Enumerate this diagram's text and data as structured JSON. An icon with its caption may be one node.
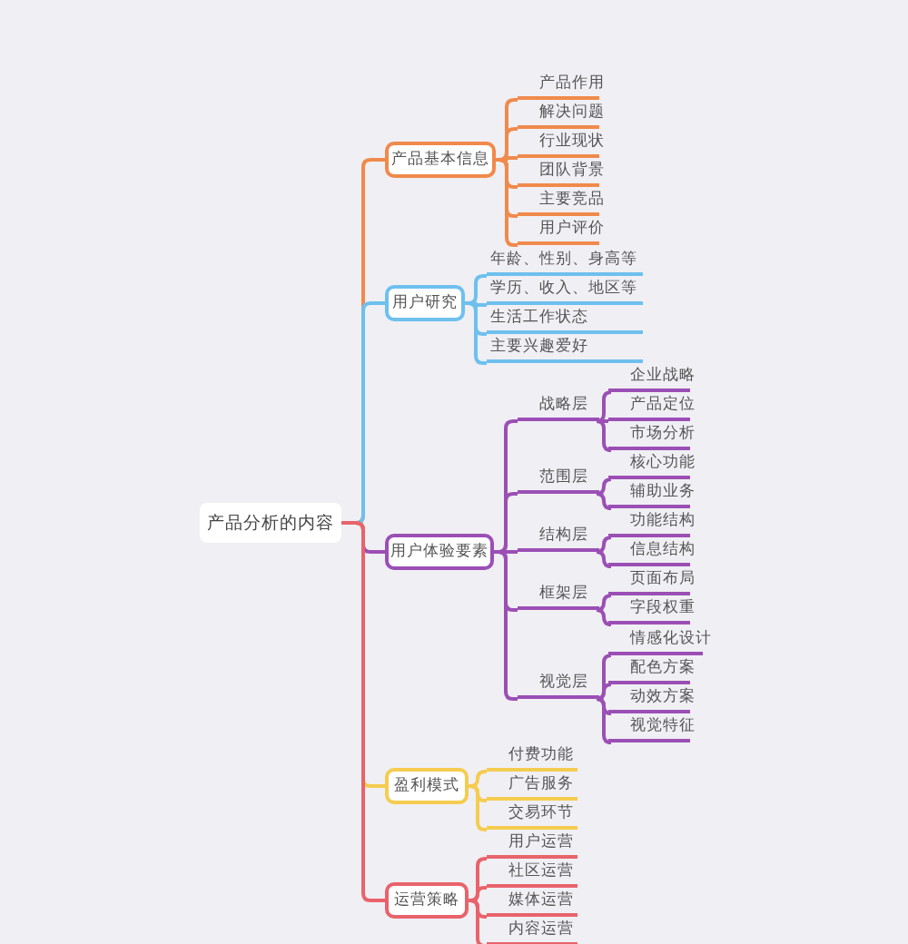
{
  "diagram": {
    "nodes": [
      {
        "text": [
          "产品分析的内容"
        ]
      },
      {
        "text": [
          "产品基本信息"
        ]
      },
      {
        "text": [
          "产品作用"
        ]
      },
      {
        "text": [
          "解决问题"
        ]
      },
      {
        "text": [
          "行业现状"
        ]
      },
      {
        "text": [
          "团队背景"
        ]
      },
      {
        "text": [
          "主要竞品"
        ]
      },
      {
        "text": [
          "用户评价"
        ]
      },
      {
        "text": [
          "用户研究"
        ]
      },
      {
        "text": [
          "年龄、性别、身高等"
        ]
      },
      {
        "text": [
          "学历、收入、地区等"
        ]
      },
      {
        "text": [
          "生活工作状态"
        ]
      },
      {
        "text": [
          "主要兴趣爱好"
        ]
      },
      {
        "text": [
          "用户体验要素"
        ]
      },
      {
        "text": [
          "战略层"
        ]
      },
      {
        "text": [
          "企业战略"
        ]
      },
      {
        "text": [
          "产品定位"
        ]
      },
      {
        "text": [
          "市场分析"
        ]
      },
      {
        "text": [
          "范围层"
        ]
      },
      {
        "text": [
          "核心功能"
        ]
      },
      {
        "text": [
          "辅助业务"
        ]
      },
      {
        "text": [
          "结构层"
        ]
      },
      {
        "text": [
          "功能结构"
        ]
      },
      {
        "text": [
          "信息结构"
        ]
      },
      {
        "text": [
          "框架层"
        ]
      },
      {
        "text": [
          "页面布局"
        ]
      },
      {
        "text": [
          "字段权重"
        ]
      },
      {
        "text": [
          "视觉层"
        ]
      },
      {
        "text": [
          "情感化设计"
        ]
      },
      {
        "text": [
          "配色方案"
        ]
      },
      {
        "text": [
          "动效方案"
        ]
      },
      {
        "text": [
          "视觉特征"
        ]
      },
      {
        "text": [
          "盈利模式"
        ]
      },
      {
        "text": [
          "付费功能"
        ]
      },
      {
        "text": [
          "广告服务"
        ]
      },
      {
        "text": [
          "交易环节"
        ]
      },
      {
        "text": [
          "运营策略"
        ]
      },
      {
        "text": [
          "用户运营"
        ]
      },
      {
        "text": [
          "社区运营"
        ]
      },
      {
        "text": [
          "媒体运营"
        ]
      },
      {
        "text": [
          "内容运营"
        ]
      }
    ],
    "edges": [
      {
        "from": 0,
        "to": 1,
        "arrow": "none",
        "color": "#f08a4b"
      },
      {
        "from": 0,
        "to": 8,
        "arrow": "none",
        "color": "#6ec0ee"
      },
      {
        "from": 0,
        "to": 13,
        "arrow": "none"
      },
      {
        "from": 0,
        "to": 32,
        "arrow": "none",
        "color": "#f5cc4f"
      },
      {
        "from": 0,
        "to": 36,
        "arrow": "none",
        "color": "#e8636b"
      },
      {
        "from": 1,
        "to": 2,
        "arrow": "none",
        "color": "#f08a4b"
      },
      {
        "from": 1,
        "to": 3,
        "arrow": "none",
        "color": "#f08a4b"
      },
      {
        "from": 1,
        "to": 4,
        "arrow": "none",
        "color": "#f08a4b"
      },
      {
        "from": 1,
        "to": 5,
        "arrow": "none",
        "color": "#f08a4b"
      },
      {
        "from": 1,
        "to": 6,
        "arrow": "none",
        "color": "#f08a4b"
      },
      {
        "from": 1,
        "to": 7,
        "arrow": "none",
        "color": "#f08a4b"
      },
      {
        "from": 8,
        "to": 9,
        "arrow": "none",
        "color": "#6ec0ee"
      },
      {
        "from": 8,
        "to": 10,
        "arrow": "none",
        "color": "#6ec0ee"
      },
      {
        "from": 8,
        "to": 11,
        "arrow": "none",
        "color": "#6ec0ee"
      },
      {
        "from": 8,
        "to": 12,
        "arrow": "none",
        "color": "#6ec0ee"
      },
      {
        "from": 13,
        "to": 14,
        "arrow": "none"
      },
      {
        "from": 13,
        "to": 18,
        "arrow": "none"
      },
      {
        "from": 13,
        "to": 21,
        "arrow": "none"
      },
      {
        "from": 13,
        "to": 24,
        "arrow": "none"
      },
      {
        "from": 13,
        "to": 27,
        "arrow": "none"
      },
      {
        "from": 14,
        "to": 15,
        "arrow": "none"
      },
      {
        "from": 14,
        "to": 16,
        "arrow": "none"
      },
      {
        "from": 14,
        "to": 17,
        "arrow": "none"
      },
      {
        "from": 18,
        "to": 19,
        "arrow": "none"
      },
      {
        "from": 18,
        "to": 20,
        "arrow": "none"
      },
      {
        "from": 21,
        "to": 22,
        "arrow": "none"
      },
      {
        "from": 21,
        "to": 23,
        "arrow": "none"
      },
      {
        "from": 24,
        "to": 25,
        "arrow": "none"
      },
      {
        "from": 24,
        "to": 26,
        "arrow": "none"
      },
      {
        "from": 27,
        "to": 28,
        "arrow": "none"
      },
      {
        "from": 27,
        "to": 29,
        "arrow": "none"
      },
      {
        "from": 27,
        "to": 30,
        "arrow": "none"
      },
      {
        "from": 27,
        "to": 31,
        "arrow": "none"
      },
      {
        "from": 32,
        "to": 33,
        "arrow": "none",
        "color": "#f5cc4f"
      },
      {
        "from": 32,
        "to": 34,
        "arrow": "none",
        "color": "#f5cc4f"
      },
      {
        "from": 32,
        "to": 35,
        "arrow": "none",
        "color": "#f5cc4f"
      },
      {
        "from": 36,
        "to": 37,
        "arrow": "none",
        "color": "#e8636b"
      },
      {
        "from": 36,
        "to": 38,
        "arrow": "none",
        "color": "#e8636b"
      },
      {
        "from": 36,
        "to": 39,
        "arrow": "none",
        "color": "#e8636b"
      },
      {
        "from": 36,
        "to": 40,
        "arrow": "none",
        "color": "#e8636b"
      }
    ]
  }
}
